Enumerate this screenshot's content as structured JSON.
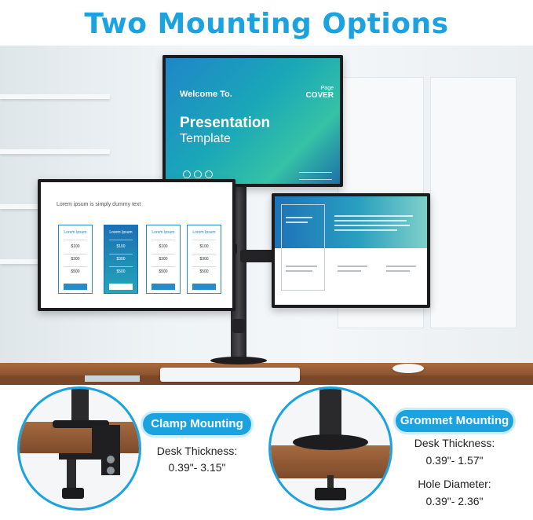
{
  "headline": "Two Mounting Options",
  "monitors": {
    "top": {
      "welcome": "Welcome To.",
      "title": "Presentation",
      "subtitle": "Template",
      "brand_small": "Page",
      "brand_big": "COVER"
    },
    "left": {
      "intro": "Lorem ipsum is simply dummy text",
      "cards": [
        {
          "header": "Lorem Ipsum",
          "prices": [
            "$100",
            "$300",
            "$500"
          ],
          "featured": false
        },
        {
          "header": "Lorem Ipsum",
          "prices": [
            "$100",
            "$300",
            "$500"
          ],
          "featured": true
        },
        {
          "header": "Lorem Ipsum",
          "prices": [
            "$100",
            "$300",
            "$500"
          ],
          "featured": false
        },
        {
          "header": "Lorem Ipsum",
          "prices": [
            "$100",
            "$300",
            "$500"
          ],
          "featured": false
        }
      ]
    }
  },
  "clamp": {
    "label": "Clamp Mounting",
    "thickness_label": "Desk Thickness:",
    "thickness_value": "0.39\"- 3.15\""
  },
  "grommet": {
    "label": "Grommet Mounting",
    "thickness_label": "Desk Thickness:",
    "thickness_value": "0.39\"- 1.57\"",
    "hole_label": "Hole Diameter:",
    "hole_value": "0.39\"- 2.36\""
  },
  "colors": {
    "accent": "#1aa3e0",
    "desk": "#8a5230",
    "mount": "#1c1c1e"
  }
}
